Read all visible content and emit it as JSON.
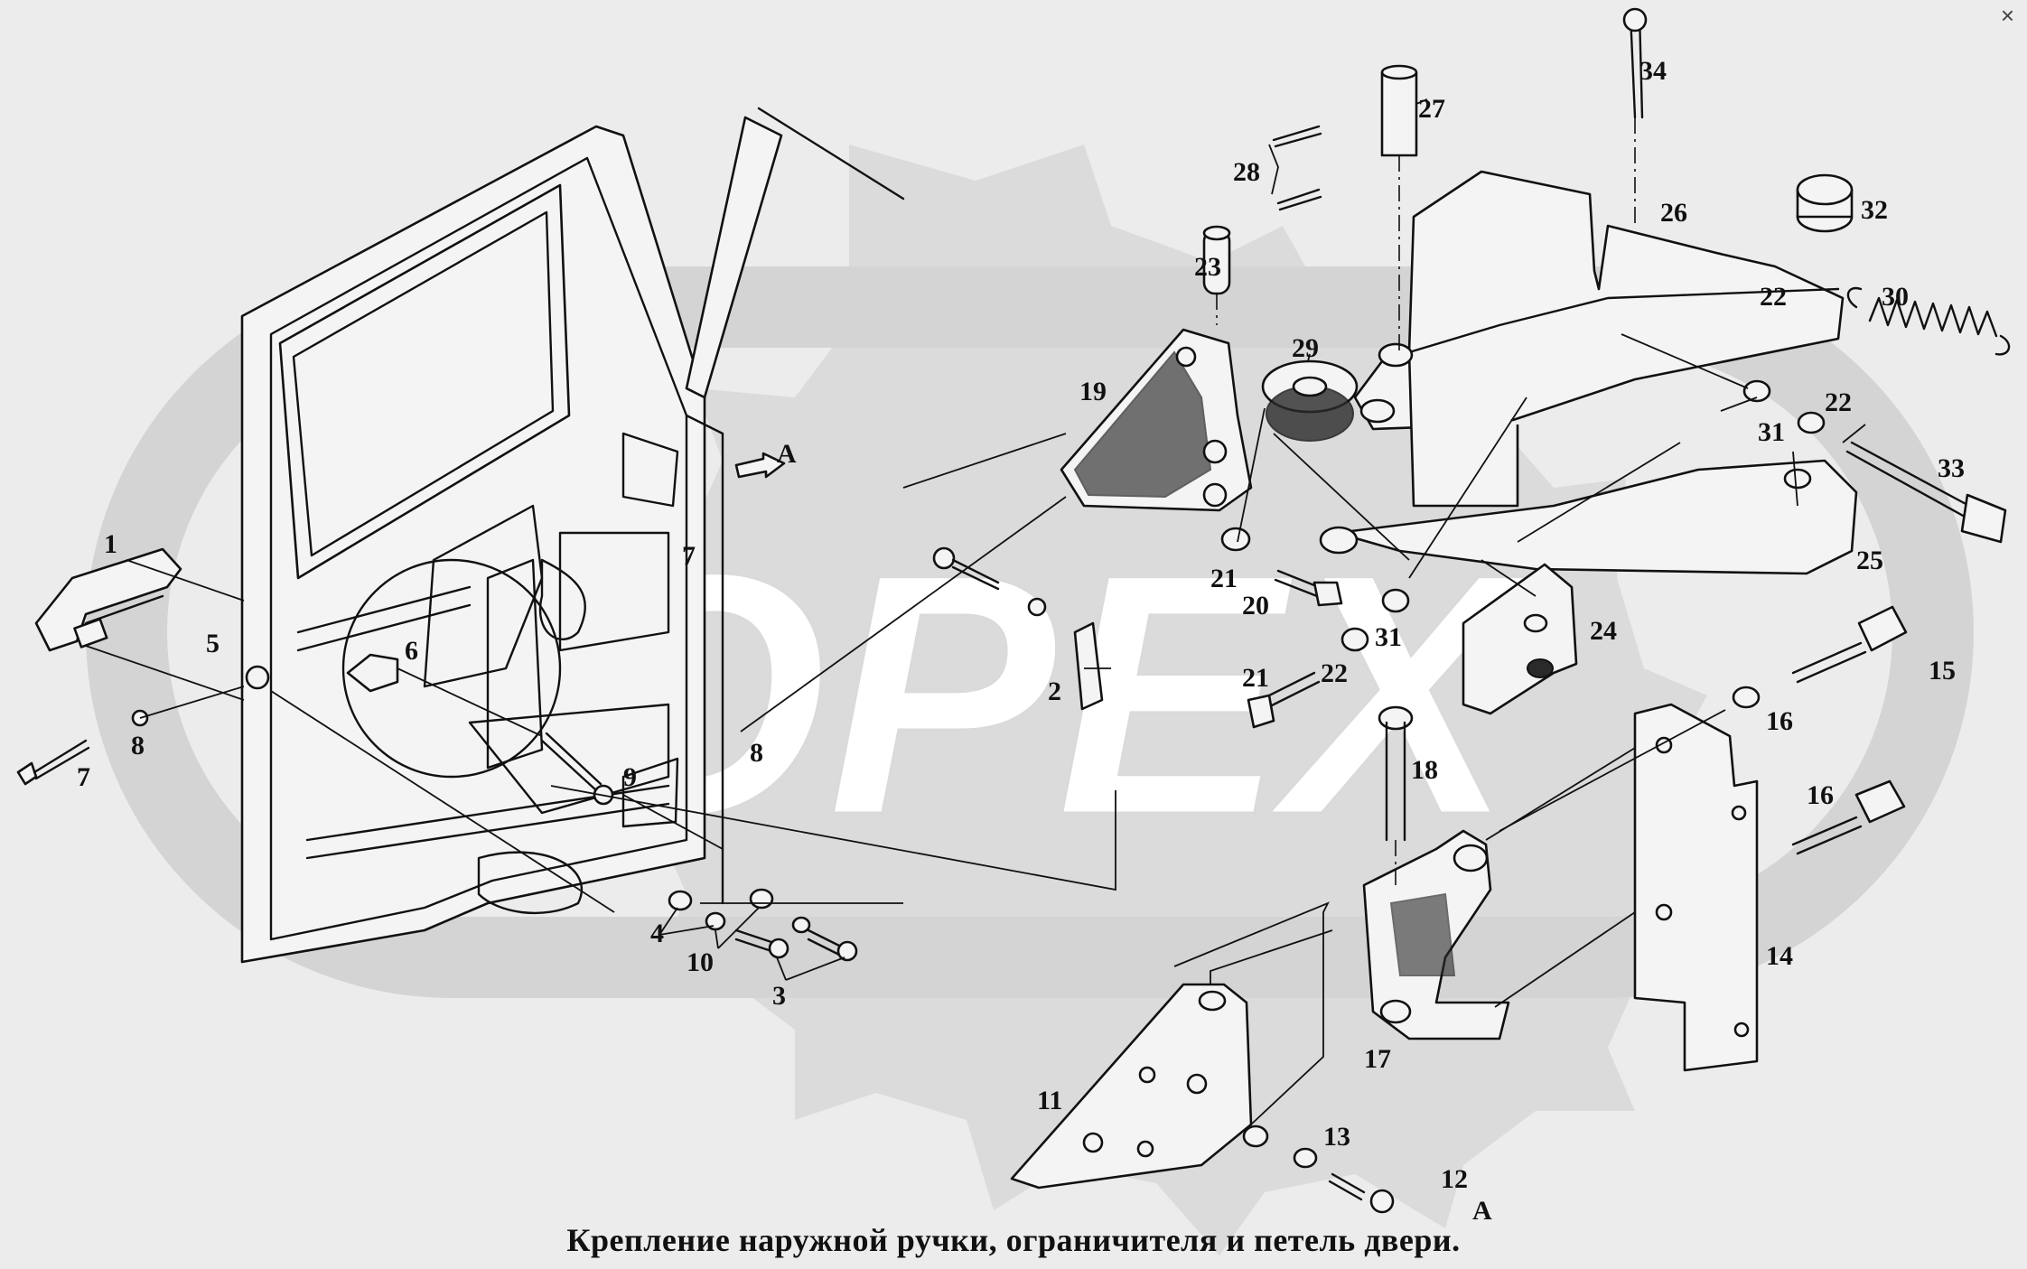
{
  "caption": "Крепление наружной ручки, ограничителя и петель двери.",
  "watermark": "OPEX",
  "close_glyph": "×",
  "view_marker": "А",
  "callouts": [
    "1",
    "2",
    "3",
    "4",
    "5",
    "6",
    "7",
    "7",
    "8",
    "8",
    "9",
    "10",
    "11",
    "12",
    "13",
    "14",
    "15",
    "16",
    "16",
    "17",
    "18",
    "19",
    "20",
    "21",
    "21",
    "22",
    "22",
    "22",
    "23",
    "24",
    "25",
    "26",
    "27",
    "28",
    "29",
    "30",
    "31",
    "31",
    "32",
    "33",
    "34"
  ],
  "view_labels": [
    "А",
    "А"
  ],
  "colors": {
    "ink": "#111111",
    "paper": "#ececec",
    "watermark": "#d4d4d4"
  }
}
